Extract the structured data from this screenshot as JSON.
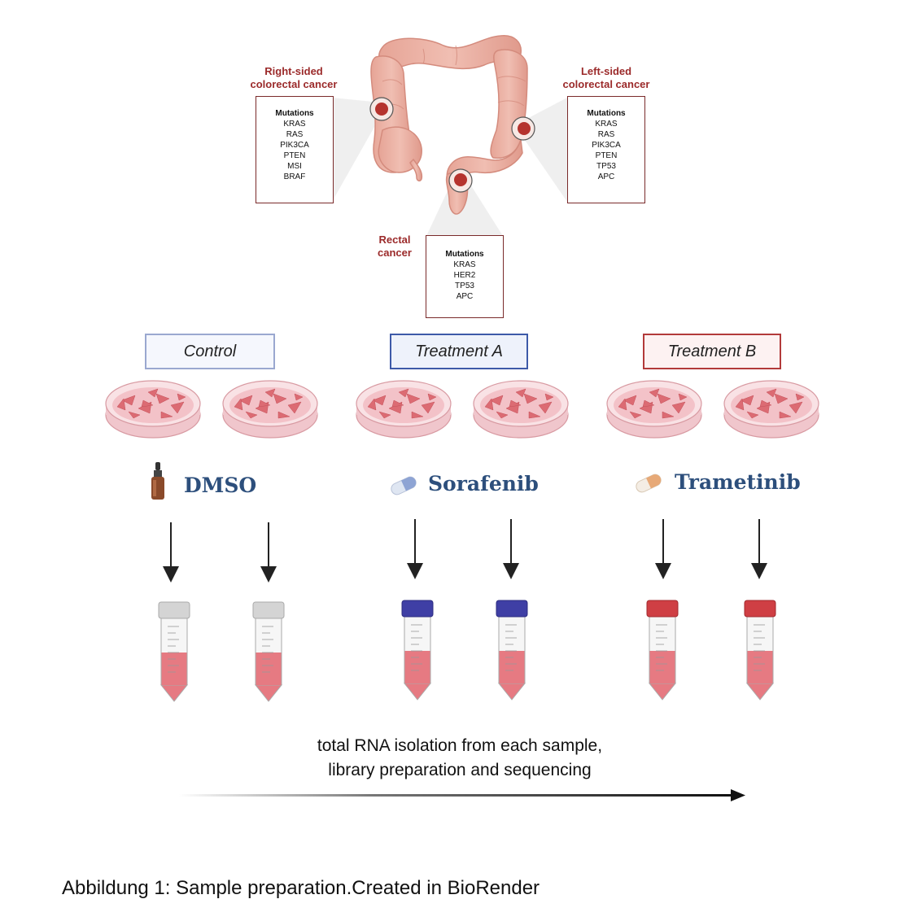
{
  "cancers": {
    "right": {
      "title_line1": "Right-sided",
      "title_line2": "colorectal cancer",
      "mutations_label": "Mutations",
      "mutations": [
        "KRAS",
        "RAS",
        "PIK3CA",
        "PTEN",
        "MSI",
        "BRAF"
      ]
    },
    "left": {
      "title_line1": "Left-sided",
      "title_line2": "colorectal cancer",
      "mutations_label": "Mutations",
      "mutations": [
        "KRAS",
        "RAS",
        "PIK3CA",
        "PTEN",
        "TP53",
        "APC"
      ]
    },
    "rectal": {
      "title_line1": "Rectal",
      "title_line2": "cancer",
      "mutations_label": "Mutations",
      "mutations": [
        "KRAS",
        "HER2",
        "TP53",
        "APC"
      ]
    }
  },
  "groups": [
    {
      "label": "Control",
      "drug": "DMSO",
      "border_color": "#9aa8d0",
      "fill": "#f5f7fd",
      "cap_color": "#d4d4d4"
    },
    {
      "label": "Treatment A",
      "drug": "Sorafenib",
      "border_color": "#3d5aa8",
      "fill": "#eef2fb",
      "cap_color": "#3f3fa5"
    },
    {
      "label": "Treatment B",
      "drug": "Trametinib",
      "border_color": "#b23a3a",
      "fill": "#fdf2f2",
      "cap_color": "#cf3f44"
    }
  ],
  "workflow": {
    "line1": "total RNA isolation from each sample,",
    "line2": "library preparation and sequencing"
  },
  "caption": "Abbildung 1: Sample preparation.Created in BioRender",
  "colors": {
    "cancer_red": "#9b2a2a",
    "colon": "#e8a99c",
    "tumor": "#b5332e",
    "dish_medium": "#f2c4c8",
    "cells": "#dc6b73",
    "tube_liquid": "#e67a82"
  }
}
